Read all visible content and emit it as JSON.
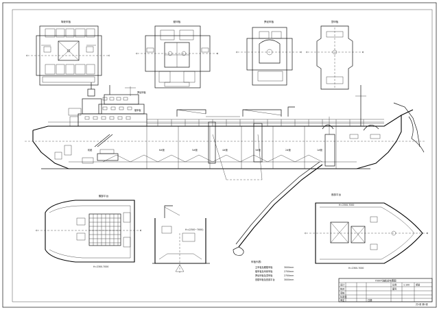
{
  "drawing": {
    "view_titles": {
      "plan1": "驾驶甲板",
      "plan2": "艇甲板",
      "plan3": "罗经甲板",
      "plan4": "顶甲板",
      "bow_plan": "首部平台",
      "stern_plan": "艉部平台"
    },
    "labels": {
      "profile_main": "5#舱",
      "profile_fwd": "1#舱",
      "hold_6": "6#舱",
      "hold_4": "4#舱",
      "hold_3": "3#舱",
      "hold_2": "2#舱",
      "engine_room": "机舱",
      "dim_a": "H=2300-7000",
      "dim_b": "H=2300-7000",
      "dim_c": "H=2300-7000"
    },
    "notes": {
      "heading": "甲板列表:",
      "lines": [
        "主甲板及艉楼甲板",
        "艇甲板及驾驶甲板",
        "罗经甲板及顶甲板",
        "首楼甲板及首部平台"
      ],
      "values": [
        "3000mm",
        "2700mm",
        "2700mm",
        "3000mm"
      ]
    },
    "title_block": {
      "drawing_title": "7000T油船总布置图",
      "cells": [
        "设计",
        "校对",
        "审核",
        "标准化",
        "审定",
        "日期"
      ],
      "right_cells": [
        "比例",
        "1:100",
        "图号",
        "重量"
      ],
      "sheet_no": "共1张 第1张"
    }
  }
}
